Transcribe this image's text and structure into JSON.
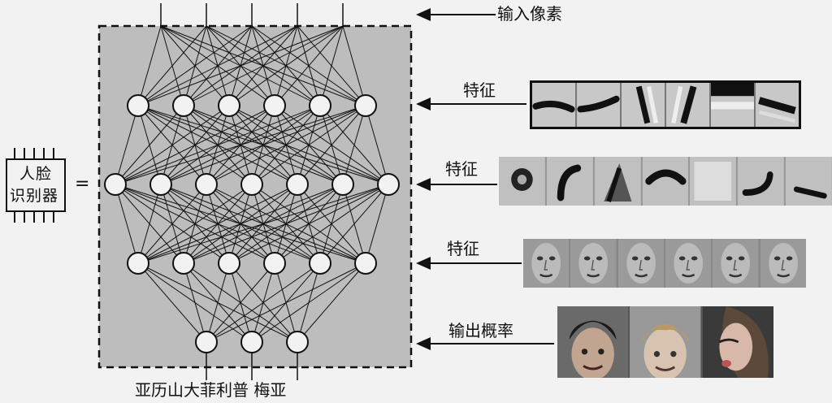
{
  "network": {
    "input_label": "输入像素",
    "layers": [
      {
        "label": "特征"
      },
      {
        "label": "特征"
      },
      {
        "label": "特征"
      },
      {
        "label": "输出概率"
      }
    ],
    "output_names": "亚历山大菲利普 梅亚"
  },
  "chip": {
    "line1": "人脸",
    "line2": "识别器",
    "equals": "="
  }
}
